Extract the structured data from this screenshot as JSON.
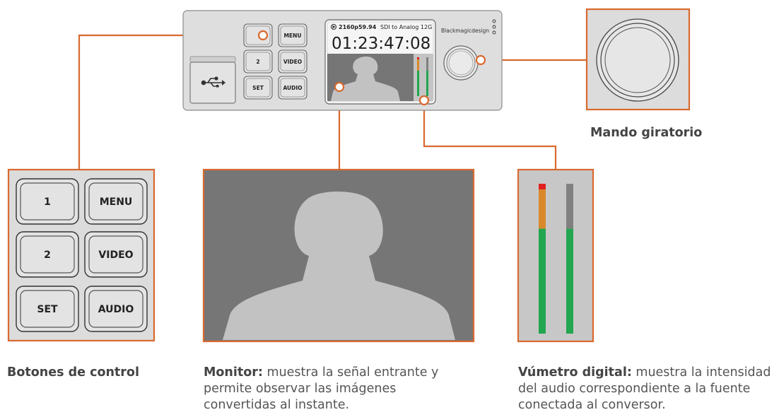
{
  "device": {
    "buttons": [
      {
        "label": "",
        "name": "device-button-1"
      },
      {
        "label": "MENU",
        "name": "device-button-menu"
      },
      {
        "label": "2",
        "name": "device-button-2"
      },
      {
        "label": "VIDEO",
        "name": "device-button-video"
      },
      {
        "label": "SET",
        "name": "device-button-set"
      },
      {
        "label": "AUDIO",
        "name": "device-button-audio"
      }
    ],
    "lcd": {
      "input_icon": "input-arrow-icon",
      "format": "2160p59.94",
      "model": "SDI to Analog 12G",
      "timecode": "01:23:47:08"
    },
    "brand": "Blackmagicdesign",
    "usb_icon": "usb-icon"
  },
  "control_buttons": [
    {
      "label": "1",
      "name": "control-button-1"
    },
    {
      "label": "MENU",
      "name": "control-button-menu"
    },
    {
      "label": "2",
      "name": "control-button-2"
    },
    {
      "label": "VIDEO",
      "name": "control-button-video"
    },
    {
      "label": "SET",
      "name": "control-button-set"
    },
    {
      "label": "AUDIO",
      "name": "control-button-audio"
    }
  ],
  "audio_meter": {
    "channels": [
      {
        "level": 1.0,
        "peak": true
      },
      {
        "level": 0.7,
        "peak": false
      }
    ]
  },
  "captions": {
    "knob": "Mando giratorio",
    "buttons": "Botones de control",
    "monitor_bold": "Monitor:",
    "monitor_text": " muestra la señal entrante y permite observar las imágenes convertidas al instante.",
    "meter_bold": "Vúmetro digital:",
    "meter_text": " muestra la intensidad del audio correspondiente a la fuente conectada al conversor."
  },
  "colors": {
    "accent": "#d9692f",
    "panel": "#dcdcdc",
    "button": "#e1e1e1",
    "screen_bg": "#767676",
    "silhouette": "#c2c2c2",
    "meter_green": "#22a650",
    "meter_orange": "#d9892c",
    "meter_red": "#e02020",
    "meter_gray": "#808080"
  }
}
